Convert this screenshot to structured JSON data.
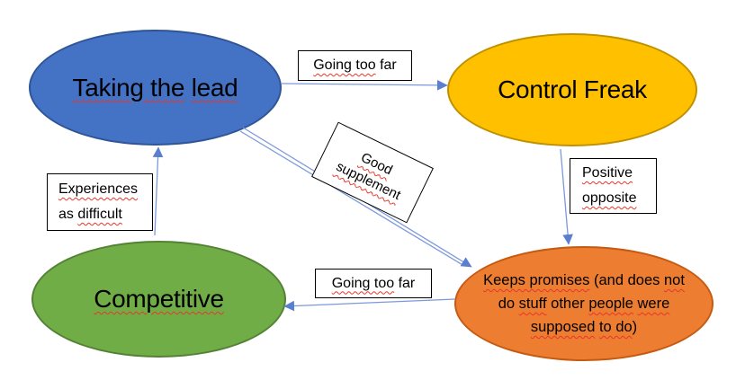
{
  "nodes": {
    "taking_the_lead": {
      "text": "Taking the lead",
      "fill": "#4472C4",
      "border": "#2F5597",
      "segments": [
        {
          "t": "Taking the",
          "w": true
        },
        {
          "t": " ",
          "w": false
        },
        {
          "t": "lead",
          "w": true
        }
      ]
    },
    "control_freak": {
      "text": "Control Freak",
      "fill": "#FFC000",
      "border": "#BF9000",
      "segments": [
        {
          "t": "Control Freak",
          "w": false
        }
      ]
    },
    "competitive": {
      "text": "Competitive",
      "fill": "#70AD47",
      "border": "#548235",
      "segments": [
        {
          "t": "Competitive",
          "w": true
        }
      ]
    },
    "keeps_promises": {
      "text": "Keeps promises (and does not do stuff other people were supposed to do)",
      "fill": "#ED7D31",
      "border": "#C55A11",
      "lines": [
        [
          {
            "t": "Keeps promises",
            "w": true
          },
          {
            "t": " (and does ",
            "w": false
          },
          {
            "t": "not",
            "w": true
          }
        ],
        [
          {
            "t": "do ",
            "w": false
          },
          {
            "t": "stuff",
            "w": true
          },
          {
            "t": " other ",
            "w": false
          },
          {
            "t": "people",
            "w": true
          },
          {
            "t": " ",
            "w": false
          },
          {
            "t": "were",
            "w": true
          }
        ],
        [
          {
            "t": "supposed",
            "w": true
          },
          {
            "t": " ",
            "w": false
          },
          {
            "t": "to do",
            "w": true
          },
          {
            "t": ")",
            "w": false
          }
        ]
      ]
    }
  },
  "edges": {
    "going_too_far_top": {
      "text": "Going too far",
      "from": "Taking the lead",
      "to": "Control Freak",
      "segments": [
        {
          "t": "Going too",
          "w": true
        },
        {
          "t": " far",
          "w": false
        }
      ]
    },
    "good_supplement": {
      "text": "Good supplement",
      "from": "Taking the lead",
      "to": "Keeps promises (and does not do stuff other people were supposed to do)",
      "lines": [
        [
          {
            "t": "Good",
            "w": true
          }
        ],
        [
          {
            "t": "supplement",
            "w": true
          }
        ]
      ]
    },
    "positive_opposite": {
      "text": "Positive opposite",
      "from": "Control Freak",
      "to": "Keeps promises (and does not do stuff other people were supposed to do)",
      "lines": [
        [
          {
            "t": "Positive",
            "w": true
          }
        ],
        [
          {
            "t": "opposite",
            "w": true
          }
        ]
      ]
    },
    "going_too_far_bottom": {
      "text": "Going too far",
      "from": "Keeps promises (and does not do stuff other people were supposed to do)",
      "to": "Competitive",
      "segments": [
        {
          "t": "Going too",
          "w": true
        },
        {
          "t": " far",
          "w": false
        }
      ]
    },
    "experiences_as_difficult": {
      "text": "Experiences as difficult",
      "from": "Competitive",
      "to": "Taking the lead",
      "lines": [
        [
          {
            "t": "Experiences",
            "w": true
          }
        ],
        [
          {
            "t": "as ",
            "w": false
          },
          {
            "t": "difficult",
            "w": true
          }
        ]
      ]
    }
  },
  "colors": {
    "canvas_bg": "#FFFFFF",
    "arrow_line": "#7C99DC",
    "arrow_head": "#5B7FD0",
    "label_box_fill": "#FFFFFF",
    "label_box_border": "#000000",
    "squiggle": "#E8362A",
    "node_text": "#000000"
  }
}
